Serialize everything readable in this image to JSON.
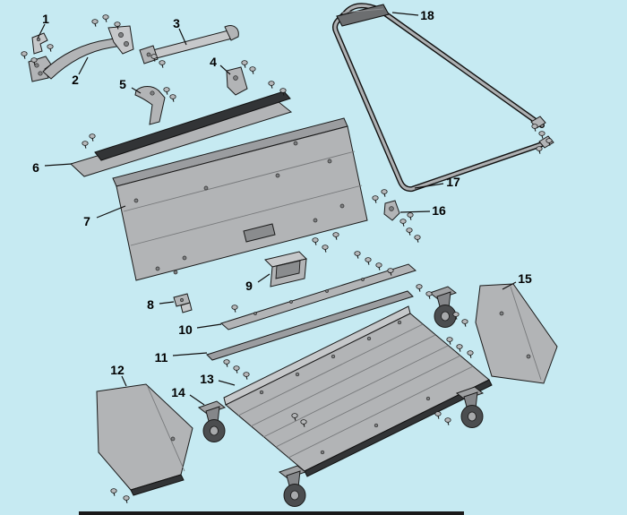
{
  "diagram": {
    "type": "exploded-parts-diagram",
    "colors": {
      "background": "#c6eaf2",
      "outline": "#1a1a1a",
      "part_light": "#c6c8ca",
      "part_mid": "#b2b4b6",
      "part_dark": "#323436",
      "label_text": "#000000"
    },
    "labels": [
      {
        "text": "1"
      },
      {
        "text": "2"
      },
      {
        "text": "3"
      },
      {
        "text": "4"
      },
      {
        "text": "5"
      },
      {
        "text": "6"
      },
      {
        "text": "7"
      },
      {
        "text": "8"
      },
      {
        "text": "9"
      },
      {
        "text": "10"
      },
      {
        "text": "11"
      },
      {
        "text": "12"
      },
      {
        "text": "13"
      },
      {
        "text": "14"
      },
      {
        "text": "15"
      },
      {
        "text": "16"
      },
      {
        "text": "17"
      },
      {
        "text": "18"
      }
    ]
  }
}
